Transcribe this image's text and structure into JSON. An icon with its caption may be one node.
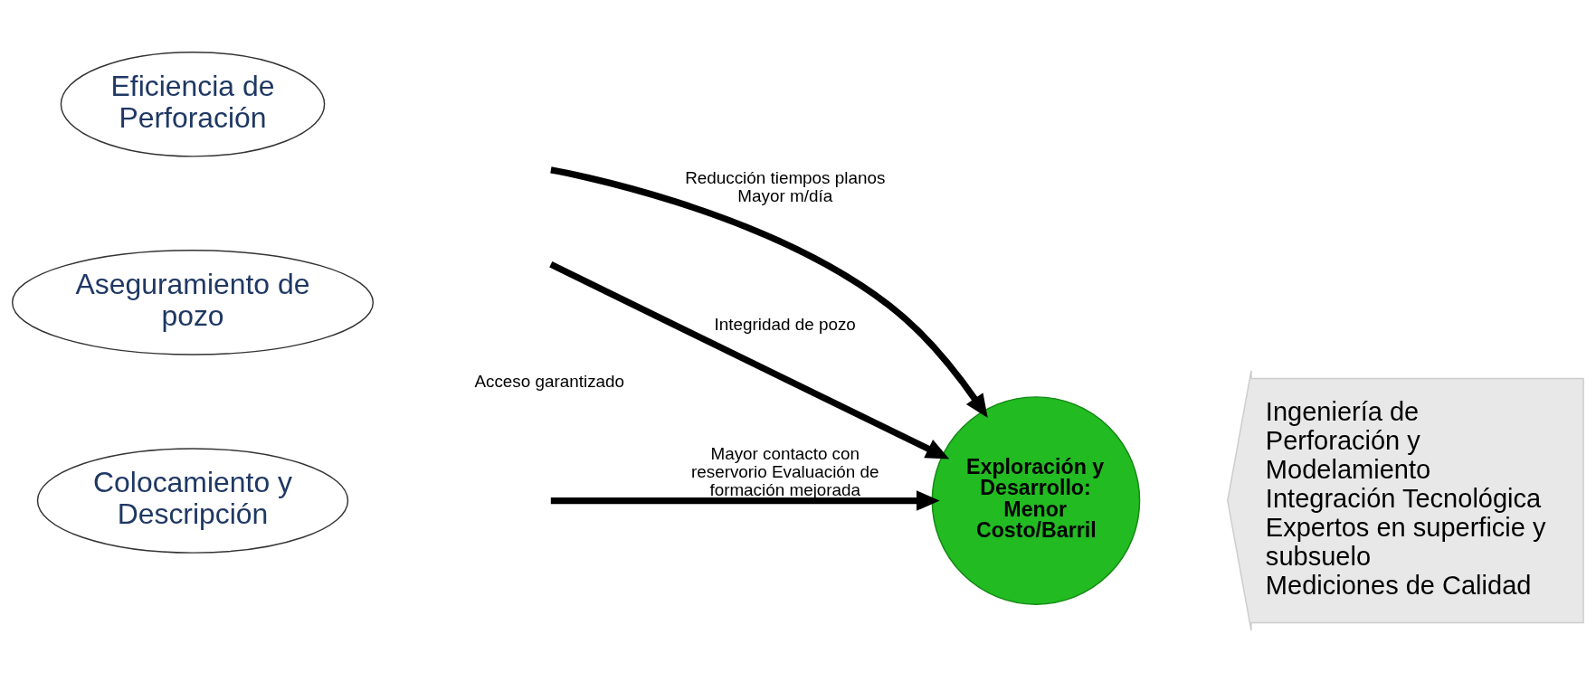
{
  "diagram": {
    "nodes": [
      {
        "text": [
          "Eficiencia de Perforación"
        ]
      },
      {
        "text": [
          "Aseguramiento de pozo"
        ]
      },
      {
        "text": [
          "Colocamiento y Descripción"
        ]
      },
      {
        "text": [
          "Exploración y Desarrollo: Menor Costo/Barril"
        ]
      },
      {
        "text": [
          "Ingeniería de Perforación y Modelamiento",
          "Integración Tecnológica",
          "Expertos en superficie y subsuelo",
          "Mediciones de Calidad"
        ]
      }
    ],
    "edges": [
      {
        "from": null,
        "to": 3,
        "arrow": "to",
        "label": "Reducción tiempos planos Mayor m/día"
      },
      {
        "from": null,
        "to": 3,
        "arrow": "to",
        "label": "Integridad de pozo"
      },
      {
        "from": null,
        "to": 3,
        "arrow": "to",
        "label": "Mayor contacto con reservorio Evaluación de formación mejorada"
      }
    ],
    "labels": [
      "Acceso garantizado"
    ]
  }
}
